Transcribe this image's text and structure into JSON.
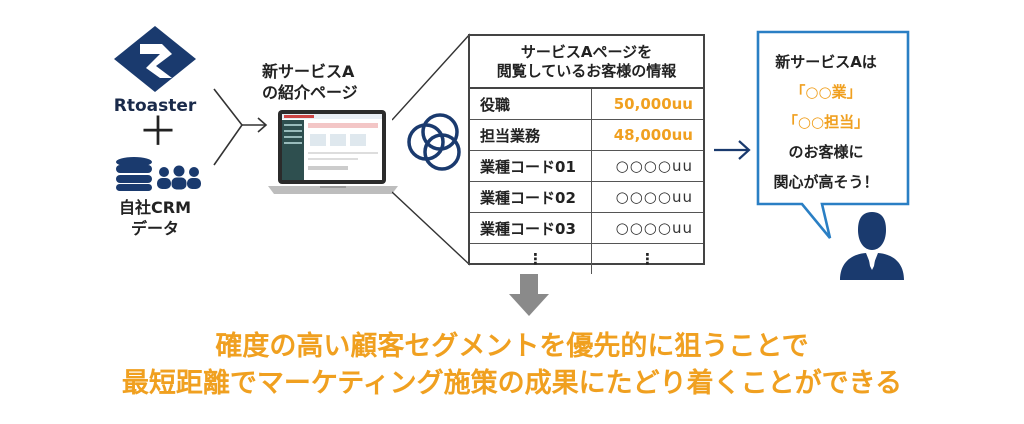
{
  "left": {
    "brand_name": "Rtoaster",
    "plus": "＋",
    "crm_label_line1": "自社CRM",
    "crm_label_line2": "データ"
  },
  "laptop": {
    "label_line1": "新サービスA",
    "label_line2": "の紹介ページ"
  },
  "table": {
    "header_line1": "サービスAページを",
    "header_line2": "閲覧しているお客様の情報",
    "rows": [
      {
        "label": "役職",
        "value": "50,000uu"
      },
      {
        "label": "担当業務",
        "value": "48,000uu"
      },
      {
        "label": "業種コード01",
        "value": "○○○○uu"
      },
      {
        "label": "業種コード02",
        "value": "○○○○uu"
      },
      {
        "label": "業種コード03",
        "value": "○○○○uu"
      },
      {
        "label": "⋮",
        "value": "⋮"
      }
    ]
  },
  "bubble": {
    "line1": "新サービスAは",
    "line2": "「○○業」",
    "line3": "「○○担当」",
    "line4": "のお客様に",
    "line5": "関心が高そう！"
  },
  "tagline": {
    "line1": "確度の高い顧客セグメントを優先的に狙うことで",
    "line2": "最短距離でマーケティング施策の成果にたどり着くことができる"
  },
  "colors": {
    "navy": "#1a3a6e",
    "accent_orange": "#f0a020",
    "bubble_border": "#2a7fc4",
    "arrow_gray": "#8a8a8a"
  }
}
